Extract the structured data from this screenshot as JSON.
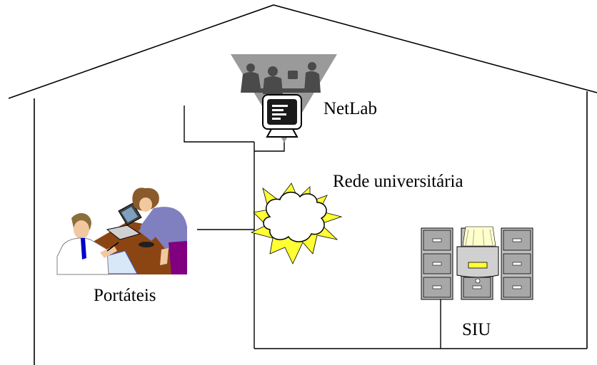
{
  "labels": {
    "netlab": "NetLab",
    "network": "Rede universitária",
    "laptops": "Portáteis",
    "siu": "SIU"
  },
  "colors": {
    "line": "#000000",
    "spotlight": "#9a9a9a",
    "silhouette": "#4a4a4a",
    "monitor_screen": "#1a1a1a",
    "cloud_fill": "#ffffff",
    "burst": "#ffff33",
    "cabinet": "#c0c0c0",
    "cabinet_dark": "#7f7f7f",
    "paper": "#ffffcc",
    "table": "#8b4513",
    "woman_sweater": "#8080c0",
    "woman_skirt": "#800080",
    "man_shirt": "#ffffff",
    "man_tie": "#0000cc",
    "hair_brown": "#8b5a2b"
  },
  "icons": {
    "netlab": "meeting-with-monitor-icon",
    "network": "cloud-burst-icon",
    "laptops": "people-with-laptop-icon",
    "siu": "filing-cabinets-icon"
  }
}
